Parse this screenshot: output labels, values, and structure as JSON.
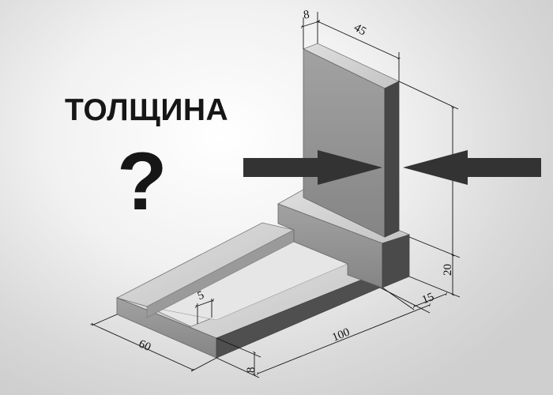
{
  "heading": "ТОЛЩИНА",
  "question_mark": "?",
  "dimensions": {
    "stele_thickness": "8",
    "stele_width": "45",
    "pedestal_height": "20",
    "pedestal_depth": "15",
    "border_length": "100",
    "border_width_total": "60",
    "border_height": "8",
    "border_inner_width": "5"
  },
  "colors": {
    "arrow": "#333333",
    "stone_front": "#8c8c8c",
    "stone_side": "#4a4a4a",
    "stone_top": "#d2d2d2"
  }
}
